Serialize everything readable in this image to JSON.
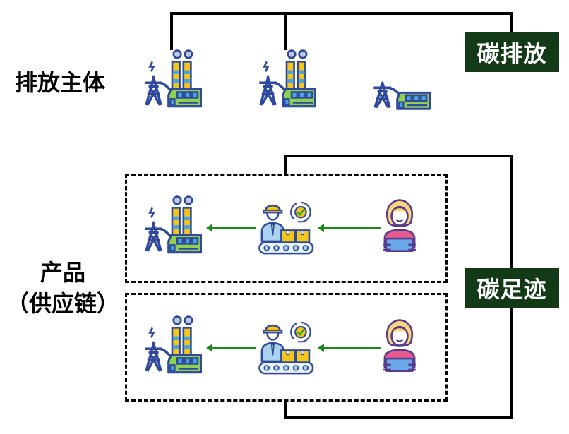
{
  "emitters": {
    "title": "排放主体",
    "icons": [
      "factory-with-power-tower-icon",
      "factory-with-power-tower-icon",
      "power-plant-building-icon"
    ]
  },
  "products": {
    "title_line1": "产品",
    "title_line2": "（供应链）",
    "chains": [
      {
        "nodes": [
          "factory-icon",
          "production-line-worker-icon",
          "consumer-icon"
        ]
      },
      {
        "nodes": [
          "factory-icon",
          "production-line-worker-icon",
          "consumer-icon"
        ]
      }
    ]
  },
  "tags": {
    "carbon_emission": "碳排放",
    "carbon_footprint": "碳足迹"
  },
  "colors": {
    "tag_bg": "#133a16",
    "arrow": "#1b8a1b",
    "icon_outline": "#2f4a9c",
    "icon_green": "#8fd14f",
    "icon_yellow": "#f5c518"
  }
}
